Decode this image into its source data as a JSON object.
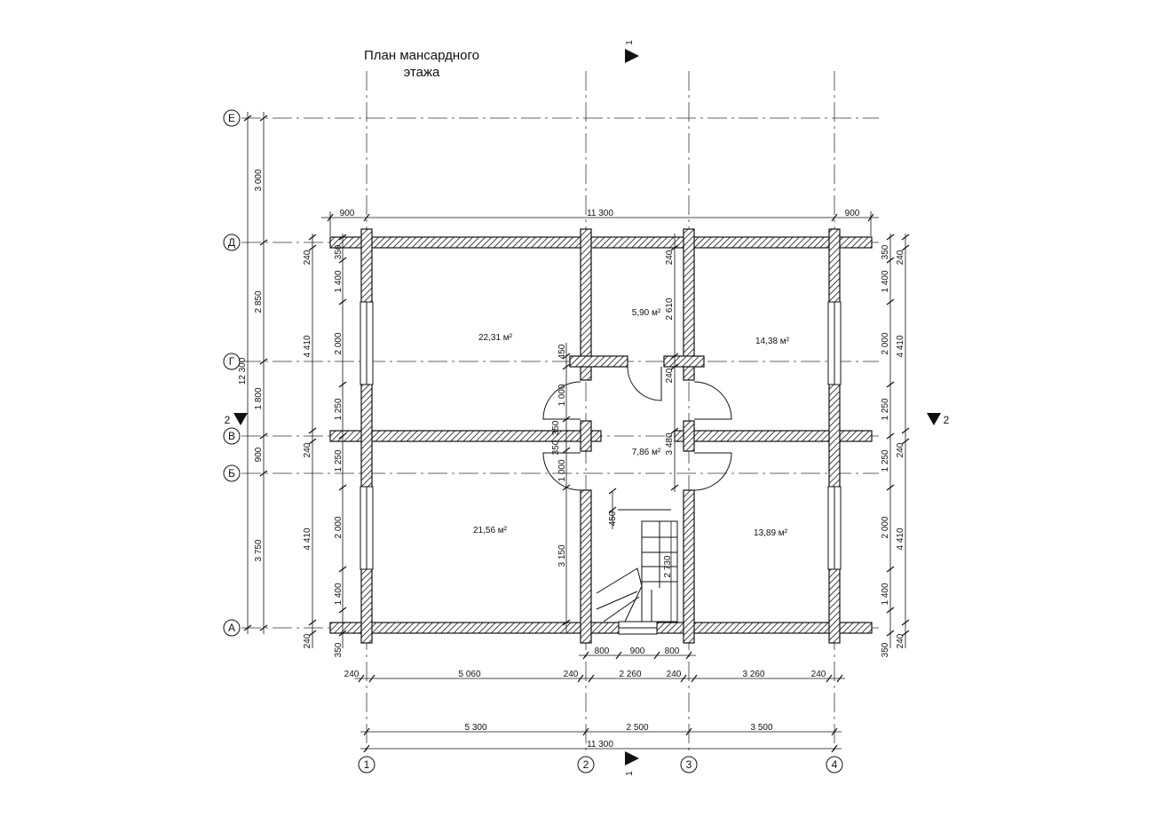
{
  "title": {
    "line1": "План мансардного",
    "line2": "этажа"
  },
  "axes": {
    "vertical": [
      "1",
      "2",
      "3",
      "4"
    ],
    "horizontal": [
      "Е",
      "Д",
      "Г",
      "В",
      "Б",
      "А"
    ]
  },
  "section_marks": {
    "one": "1",
    "two": "2"
  },
  "rooms": {
    "nw": "22,31 м²",
    "north_center": "5,90 м²",
    "ne": "14,38 м²",
    "hall": "7,86 м²",
    "sw": "21,56 м²",
    "se": "13,89 м²"
  },
  "dims_top": {
    "left": "900",
    "total": "11 300",
    "right": "900"
  },
  "dims_bottom_row1": {
    "a": "800",
    "b": "900",
    "c": "800"
  },
  "dims_bottom_row2": [
    "240",
    "5 060",
    "240",
    "2 260",
    "240",
    "3 260",
    "240"
  ],
  "dims_bottom_row3": [
    "5 300",
    "2 500",
    "3 500"
  ],
  "dims_bottom_total": "11 300",
  "dims_left_outer": [
    "3 000",
    "2 850",
    "1 800",
    "900",
    "3 750"
  ],
  "dims_left_total": "12 300",
  "dims_left_mid": [
    "240",
    "4 410",
    "240",
    "4 410",
    "240"
  ],
  "dims_left_inner": [
    "350",
    "1 400",
    "2 000",
    "1 250",
    "1 250",
    "2 000",
    "1 400",
    "350"
  ],
  "dims_right_inner": [
    "350",
    "1 400",
    "2 000",
    "1 250",
    "1 250",
    "2 000",
    "1 400",
    "350"
  ],
  "dims_right_outer": [
    "240",
    "4 410",
    "240",
    "4 410",
    "240"
  ],
  "dims_interior": {
    "d240_top": "240",
    "d2610": "2 610",
    "d240_mid": "240",
    "d450_top": "450",
    "d1000_top": "1 000",
    "d350": "350",
    "d350b": "350",
    "d1000_bottom": "1 000",
    "d3480": "3 480",
    "d450_bottom": "450",
    "d3150": "3 150",
    "d2730": "2 730"
  }
}
